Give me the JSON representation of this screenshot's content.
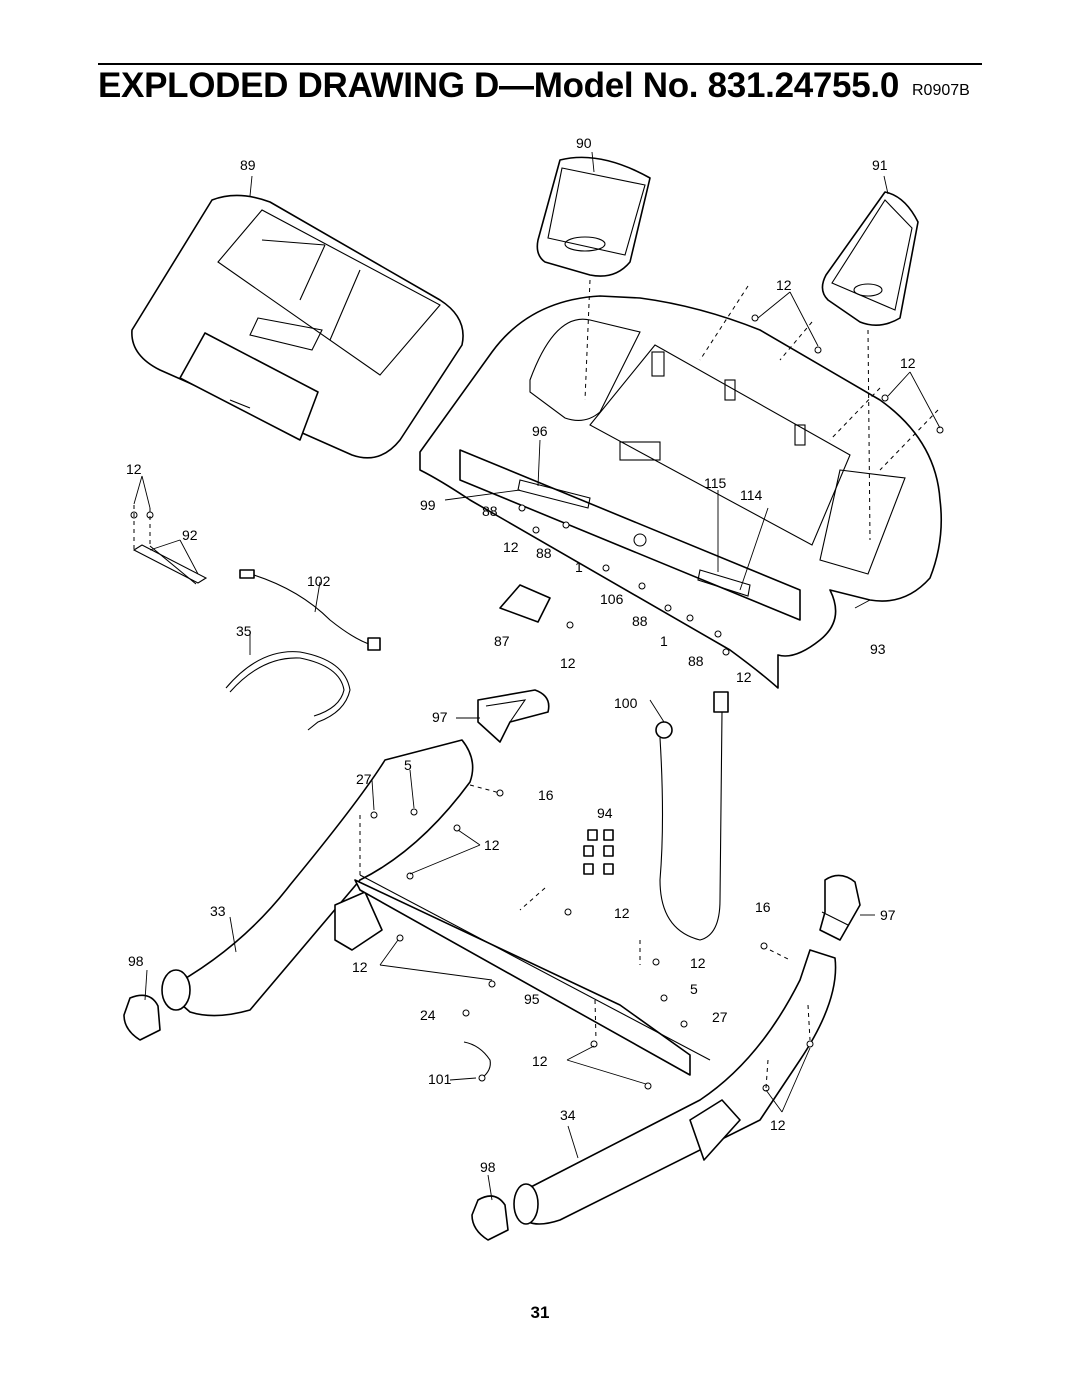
{
  "header": {
    "title": "EXPLODED DRAWING D—Model No. 831.24755.0",
    "drawing_code": "R0907B"
  },
  "footer": {
    "page_number": "31"
  },
  "callouts": [
    {
      "id": "c89",
      "text": "89"
    },
    {
      "id": "c90",
      "text": "90"
    },
    {
      "id": "c91",
      "text": "91"
    },
    {
      "id": "c12a",
      "text": "12"
    },
    {
      "id": "c12b",
      "text": "12"
    },
    {
      "id": "c96",
      "text": "96"
    },
    {
      "id": "c12c",
      "text": "12"
    },
    {
      "id": "c99",
      "text": "99"
    },
    {
      "id": "c88a",
      "text": "88"
    },
    {
      "id": "c115",
      "text": "115"
    },
    {
      "id": "c114",
      "text": "114"
    },
    {
      "id": "c92",
      "text": "92"
    },
    {
      "id": "c12d",
      "text": "12"
    },
    {
      "id": "c88b",
      "text": "88"
    },
    {
      "id": "c1a",
      "text": "1"
    },
    {
      "id": "c102",
      "text": "102"
    },
    {
      "id": "c106",
      "text": "106"
    },
    {
      "id": "c88c",
      "text": "88"
    },
    {
      "id": "c35",
      "text": "35"
    },
    {
      "id": "c87",
      "text": "87"
    },
    {
      "id": "c1b",
      "text": "1"
    },
    {
      "id": "c93",
      "text": "93"
    },
    {
      "id": "c12e",
      "text": "12"
    },
    {
      "id": "c88d",
      "text": "88"
    },
    {
      "id": "c12f",
      "text": "12"
    },
    {
      "id": "c100",
      "text": "100"
    },
    {
      "id": "c97a",
      "text": "97"
    },
    {
      "id": "c5a",
      "text": "5"
    },
    {
      "id": "c27a",
      "text": "27"
    },
    {
      "id": "c16a",
      "text": "16"
    },
    {
      "id": "c94",
      "text": "94"
    },
    {
      "id": "c12g",
      "text": "12"
    },
    {
      "id": "c33",
      "text": "33"
    },
    {
      "id": "c12h",
      "text": "12"
    },
    {
      "id": "c16b",
      "text": "16"
    },
    {
      "id": "c97b",
      "text": "97"
    },
    {
      "id": "c98a",
      "text": "98"
    },
    {
      "id": "c12i",
      "text": "12"
    },
    {
      "id": "c12j",
      "text": "12"
    },
    {
      "id": "c5b",
      "text": "5"
    },
    {
      "id": "c95",
      "text": "95"
    },
    {
      "id": "c24",
      "text": "24"
    },
    {
      "id": "c27b",
      "text": "27"
    },
    {
      "id": "c12k",
      "text": "12"
    },
    {
      "id": "c101",
      "text": "101"
    },
    {
      "id": "c34",
      "text": "34"
    },
    {
      "id": "c12l",
      "text": "12"
    },
    {
      "id": "c98b",
      "text": "98"
    }
  ]
}
